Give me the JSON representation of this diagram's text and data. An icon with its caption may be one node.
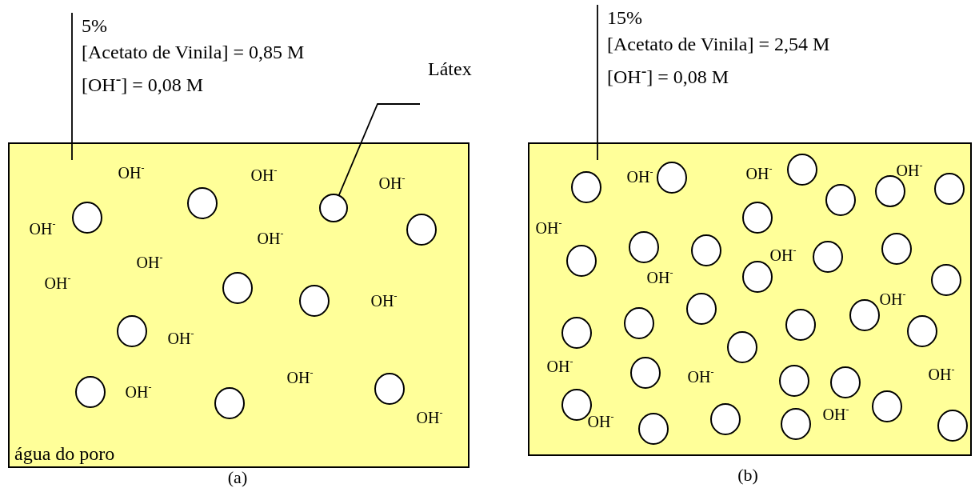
{
  "diagram": {
    "nodes": [
      {
        "text": [
          "água do poro"
        ],
        "beside": [
          "(a)"
        ]
      },
      {
        "text": [
          "5%",
          "[Acetato de Vinila] = 0,85 M",
          "[OH$^{-}$] = 0,08 M"
        ]
      },
      {
        "text": [
          "Látex"
        ]
      },
      {
        "text": [],
        "shape": "circle",
        "in": 0
      },
      {
        "text": [],
        "shape": "box",
        "beside": [
          "(b)"
        ]
      },
      {
        "text": [
          "15%",
          "[Acetato de Vinila] = 2,54 M",
          "[OH$^{-}$] = 0,08 M"
        ]
      }
    ],
    "edges": [
      {
        "from": 1,
        "to": 0,
        "arrow": "none"
      },
      {
        "from": 2,
        "to": 3,
        "arrow": "none"
      },
      {
        "from": 5,
        "to": 4,
        "arrow": "none"
      }
    ],
    "labels": [
      "OH$^{-}$",
      "OH$^{-}$",
      "OH$^{-}$",
      "OH$^{-}$",
      "OH$^{-}$",
      "OH$^{-}$",
      "OH$^{-}$",
      "OH$^{-}$",
      "OH$^{-}$",
      "OH$^{-}$",
      "OH$^{-}$",
      "OH$^{-}$",
      "OH$^{-}$",
      "OH$^{-}$",
      "OH$^{-}$",
      "OH$^{-}$",
      "OH$^{-}$",
      "OH$^{-}$",
      "OH$^{-}$",
      "OH$^{-}$",
      "OH$^{-}$",
      "OH$^{-}$",
      "OH$^{-}$",
      "OH$^{-}$"
    ]
  }
}
